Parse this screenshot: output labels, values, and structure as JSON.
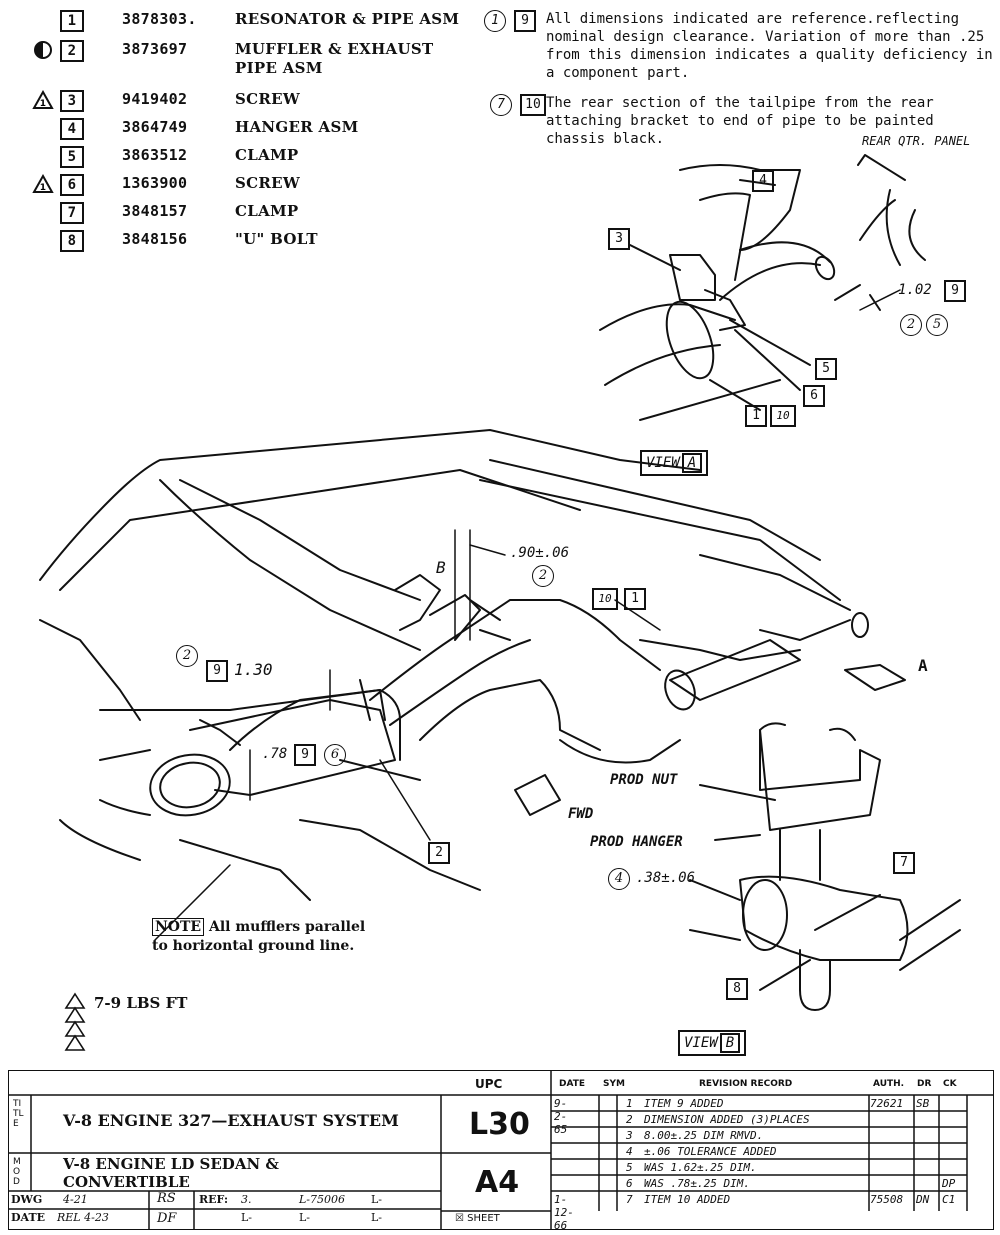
{
  "parts": [
    {
      "num": "1",
      "code": "3878303.",
      "desc": "RESONATOR & PIPE ASM",
      "sym": ""
    },
    {
      "num": "2",
      "code": "3873697",
      "desc": "MUFFLER & EXHAUST PIPE ASM",
      "sym": "half-circle"
    },
    {
      "num": "3",
      "code": "9419402",
      "desc": "SCREW",
      "sym": "triangle"
    },
    {
      "num": "4",
      "code": "3864749",
      "desc": "HANGER ASM",
      "sym": ""
    },
    {
      "num": "5",
      "code": "3863512",
      "desc": "CLAMP",
      "sym": ""
    },
    {
      "num": "6",
      "code": "1363900",
      "desc": "SCREW",
      "sym": "triangle"
    },
    {
      "num": "7",
      "code": "3848157",
      "desc": "CLAMP",
      "sym": ""
    },
    {
      "num": "8",
      "code": "3848156",
      "desc": "\"U\" BOLT",
      "sym": ""
    }
  ],
  "notes": [
    {
      "circle": "1",
      "box": "9",
      "text": "All dimensions indicated are reference.reflecting nominal design clearance. Variation of more than .25 from this dimension indicates a quality deficiency in a component part."
    },
    {
      "circle": "7",
      "box": "10",
      "text": "The rear section of the tailpipe from the rear attaching bracket to end of pipe to be painted chassis black."
    }
  ],
  "view_a": {
    "title": "VIEW",
    "letter": "A",
    "rear_label": "REAR QTR. PANEL",
    "dim": "1.02",
    "dim_box": "9",
    "circles": [
      "2",
      "5"
    ],
    "callouts": [
      "3",
      "4",
      "5",
      "6",
      "1",
      "10"
    ]
  },
  "main_view": {
    "dim_top": ".90±.06",
    "dim_top_circle": "2",
    "dim_left": "1.30",
    "dim_left_box": "9",
    "dim_left_circle": "2",
    "dim_mid": ".78",
    "dim_mid_box": "9",
    "dim_mid_circle": "6",
    "callout_1": "1",
    "callout_10": "10",
    "callout_2": "2",
    "label_b": "B",
    "label_a": "A",
    "fwd": "FWD",
    "note_label": "NOTE",
    "note_text_1": "All mufflers parallel",
    "note_text_2": "to horizontal ground line."
  },
  "view_b": {
    "title": "VIEW",
    "letter": "B",
    "prod_nut": "PROD NUT",
    "prod_hanger": "PROD HANGER",
    "dim": ".38±.06",
    "dim_circle": "4",
    "callouts": [
      "7",
      "8"
    ]
  },
  "torque": {
    "text": "7-9 LBS FT"
  },
  "title_block": {
    "upc_header": "UPC",
    "date_header": "DATE",
    "sym_header": "SYM",
    "rev_header": "REVISION RECORD",
    "auth_header": "AUTH.",
    "dr_header": "DR",
    "ck_header": "CK",
    "title_label": "TITLE",
    "title": "V-8 ENGINE 327—EXHAUST SYSTEM",
    "mod_label": "MOD",
    "model_1": "V-8 ENGINE LD SEDAN &",
    "model_2": "CONVERTIBLE",
    "upc": "L30",
    "sheet_code": "A4",
    "sheet_label": "SHEET",
    "dwg_label": "DWG",
    "dwg_date": "4-21",
    "dwg_init": "RS",
    "date_label": "DATE",
    "date_rel": "REL 4-23",
    "date_init": "DF",
    "ref_label": "REF:",
    "ref_val": "3.",
    "ref_num": "L-75006",
    "l1": "L-",
    "l2": "L-",
    "l3": "L-",
    "l4": "L-",
    "revisions": [
      {
        "date": "9-2-65",
        "sym": "1",
        "text": "ITEM 9 ADDED",
        "auth": "72621",
        "dr": "SB",
        "ck": ""
      },
      {
        "date": "",
        "sym": "2",
        "text": "DIMENSION ADDED (3)PLACES",
        "auth": "",
        "dr": "",
        "ck": ""
      },
      {
        "date": "",
        "sym": "3",
        "text": "8.00±.25 DIM RMVD.",
        "auth": "",
        "dr": "",
        "ck": ""
      },
      {
        "date": "",
        "sym": "4",
        "text": "±.06 TOLERANCE ADDED",
        "auth": "",
        "dr": "",
        "ck": ""
      },
      {
        "date": "",
        "sym": "5",
        "text": "WAS 1.62±.25 DIM.",
        "auth": "",
        "dr": "",
        "ck": ""
      },
      {
        "date": "",
        "sym": "6",
        "text": "WAS .78±.25 DIM.",
        "auth": "",
        "dr": "",
        "ck": "DP"
      },
      {
        "date": "1-12-66",
        "sym": "7",
        "text": "ITEM 10 ADDED",
        "auth": "75508",
        "dr": "DN",
        "ck": "C1"
      }
    ]
  }
}
